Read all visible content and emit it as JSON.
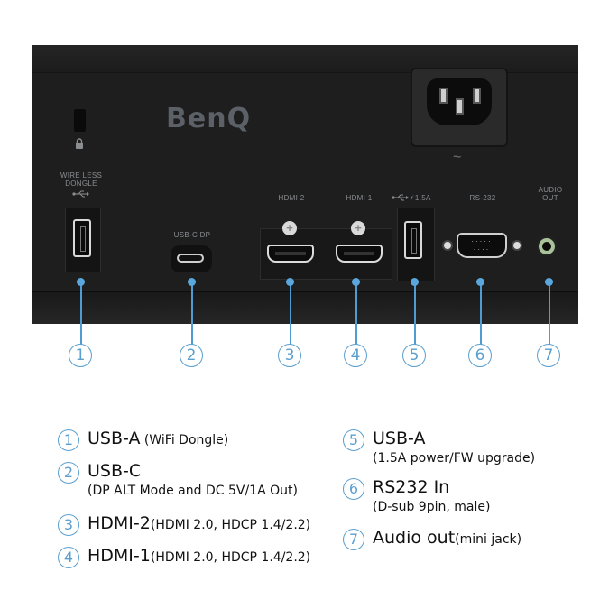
{
  "panel": {
    "brand": "BenQ",
    "power_symbol": "~",
    "labels": {
      "wireless_dongle": "WIRE LESS\nDONGLE",
      "usb_c_dp": "USB-C DP",
      "hdmi2": "HDMI 2",
      "hdmi1": "HDMI 1",
      "usb_power": "⚡1.5A",
      "rs232": "RS-232",
      "audio_out": "AUDIO\nOUT"
    },
    "icons": [
      "lock-icon",
      "usb-icon",
      "power-socket-icon",
      "screw-icon",
      "lightning-icon"
    ]
  },
  "callouts": [
    "1",
    "2",
    "3",
    "4",
    "5",
    "6",
    "7"
  ],
  "legend": [
    {
      "num": "1",
      "title": "USB-A",
      "detail": " (WiFi Dongle)"
    },
    {
      "num": "2",
      "title": "USB-C",
      "detail": "(DP ALT Mode and DC 5V/1A Out)"
    },
    {
      "num": "3",
      "title": "HDMI-2",
      "detail": "(HDMI 2.0, HDCP 1.4/2.2)"
    },
    {
      "num": "4",
      "title": "HDMI-1",
      "detail": "(HDMI 2.0, HDCP 1.4/2.2)"
    },
    {
      "num": "5",
      "title": "USB-A",
      "detail": "(1.5A power/FW upgrade)"
    },
    {
      "num": "6",
      "title": "RS232 In",
      "detail": "(D-sub 9pin, male)"
    },
    {
      "num": "7",
      "title": "Audio out",
      "detail": "(mini jack)"
    }
  ],
  "colors": {
    "accent": "#5b9fcf",
    "panel": "#1f1f20",
    "label_gray": "#8a8d90"
  }
}
